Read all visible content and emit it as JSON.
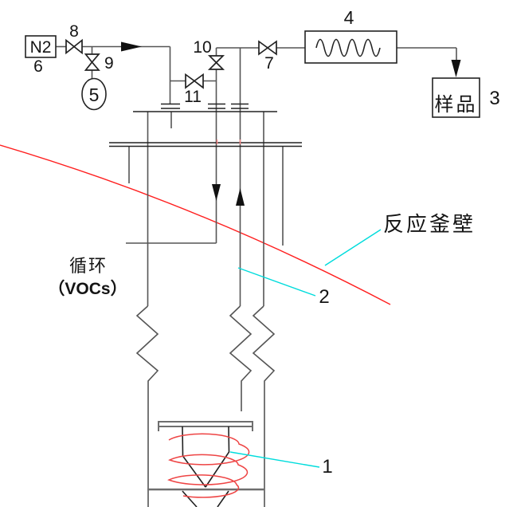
{
  "colors": {
    "wall_red": "#ff1f1f",
    "wall_tick_red": "#ff8a8a",
    "spiral_red": "#ee4444",
    "leader_cyan": "#00dcdc"
  },
  "components": {
    "nitrogen_box": {
      "label": "N2",
      "number": "6"
    },
    "valve_8": {
      "number": "8"
    },
    "valve_9": {
      "number": "9"
    },
    "gauge_5": {
      "number": "5"
    },
    "valve_10": {
      "number": "10"
    },
    "valve_11": {
      "number": "11"
    },
    "valve_7": {
      "number": "7"
    },
    "condenser_4": {
      "number": "4"
    },
    "sample_box": {
      "label": "样品",
      "number": "3"
    },
    "reactor_wall": {
      "label": "反应釜壁"
    },
    "circulation": {
      "line1": "循环",
      "line2": "（VOCs）"
    },
    "tube_2": {
      "number": "2"
    },
    "stirrer_1": {
      "number": "1"
    }
  }
}
